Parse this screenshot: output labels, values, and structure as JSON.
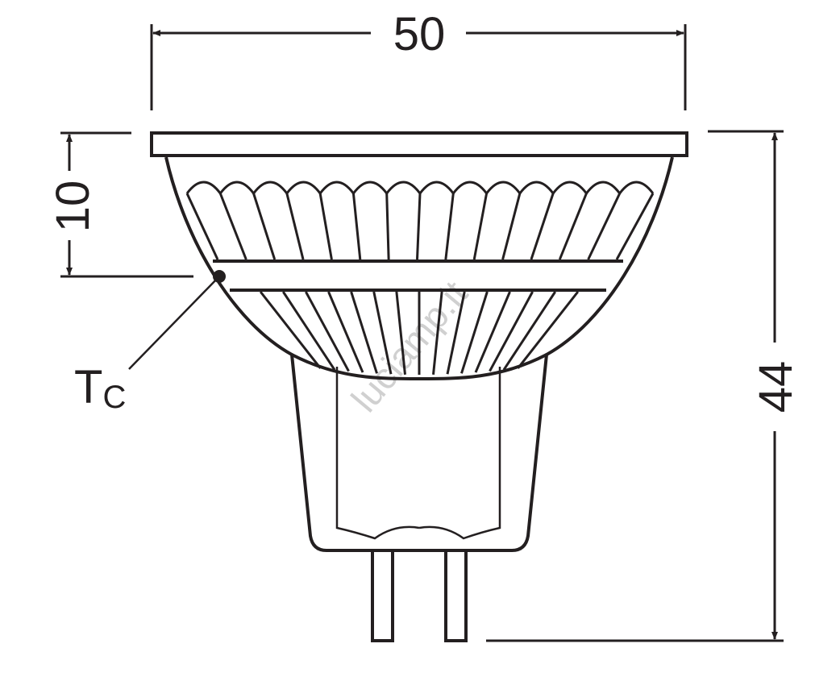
{
  "dimensions": {
    "width": "50",
    "height": "44",
    "band": "10"
  },
  "labels": {
    "tc_main": "T",
    "tc_sub": "C"
  },
  "watermark": "luciamp.it",
  "colors": {
    "line": "#231f20",
    "watermark": "#d0d0d0"
  }
}
